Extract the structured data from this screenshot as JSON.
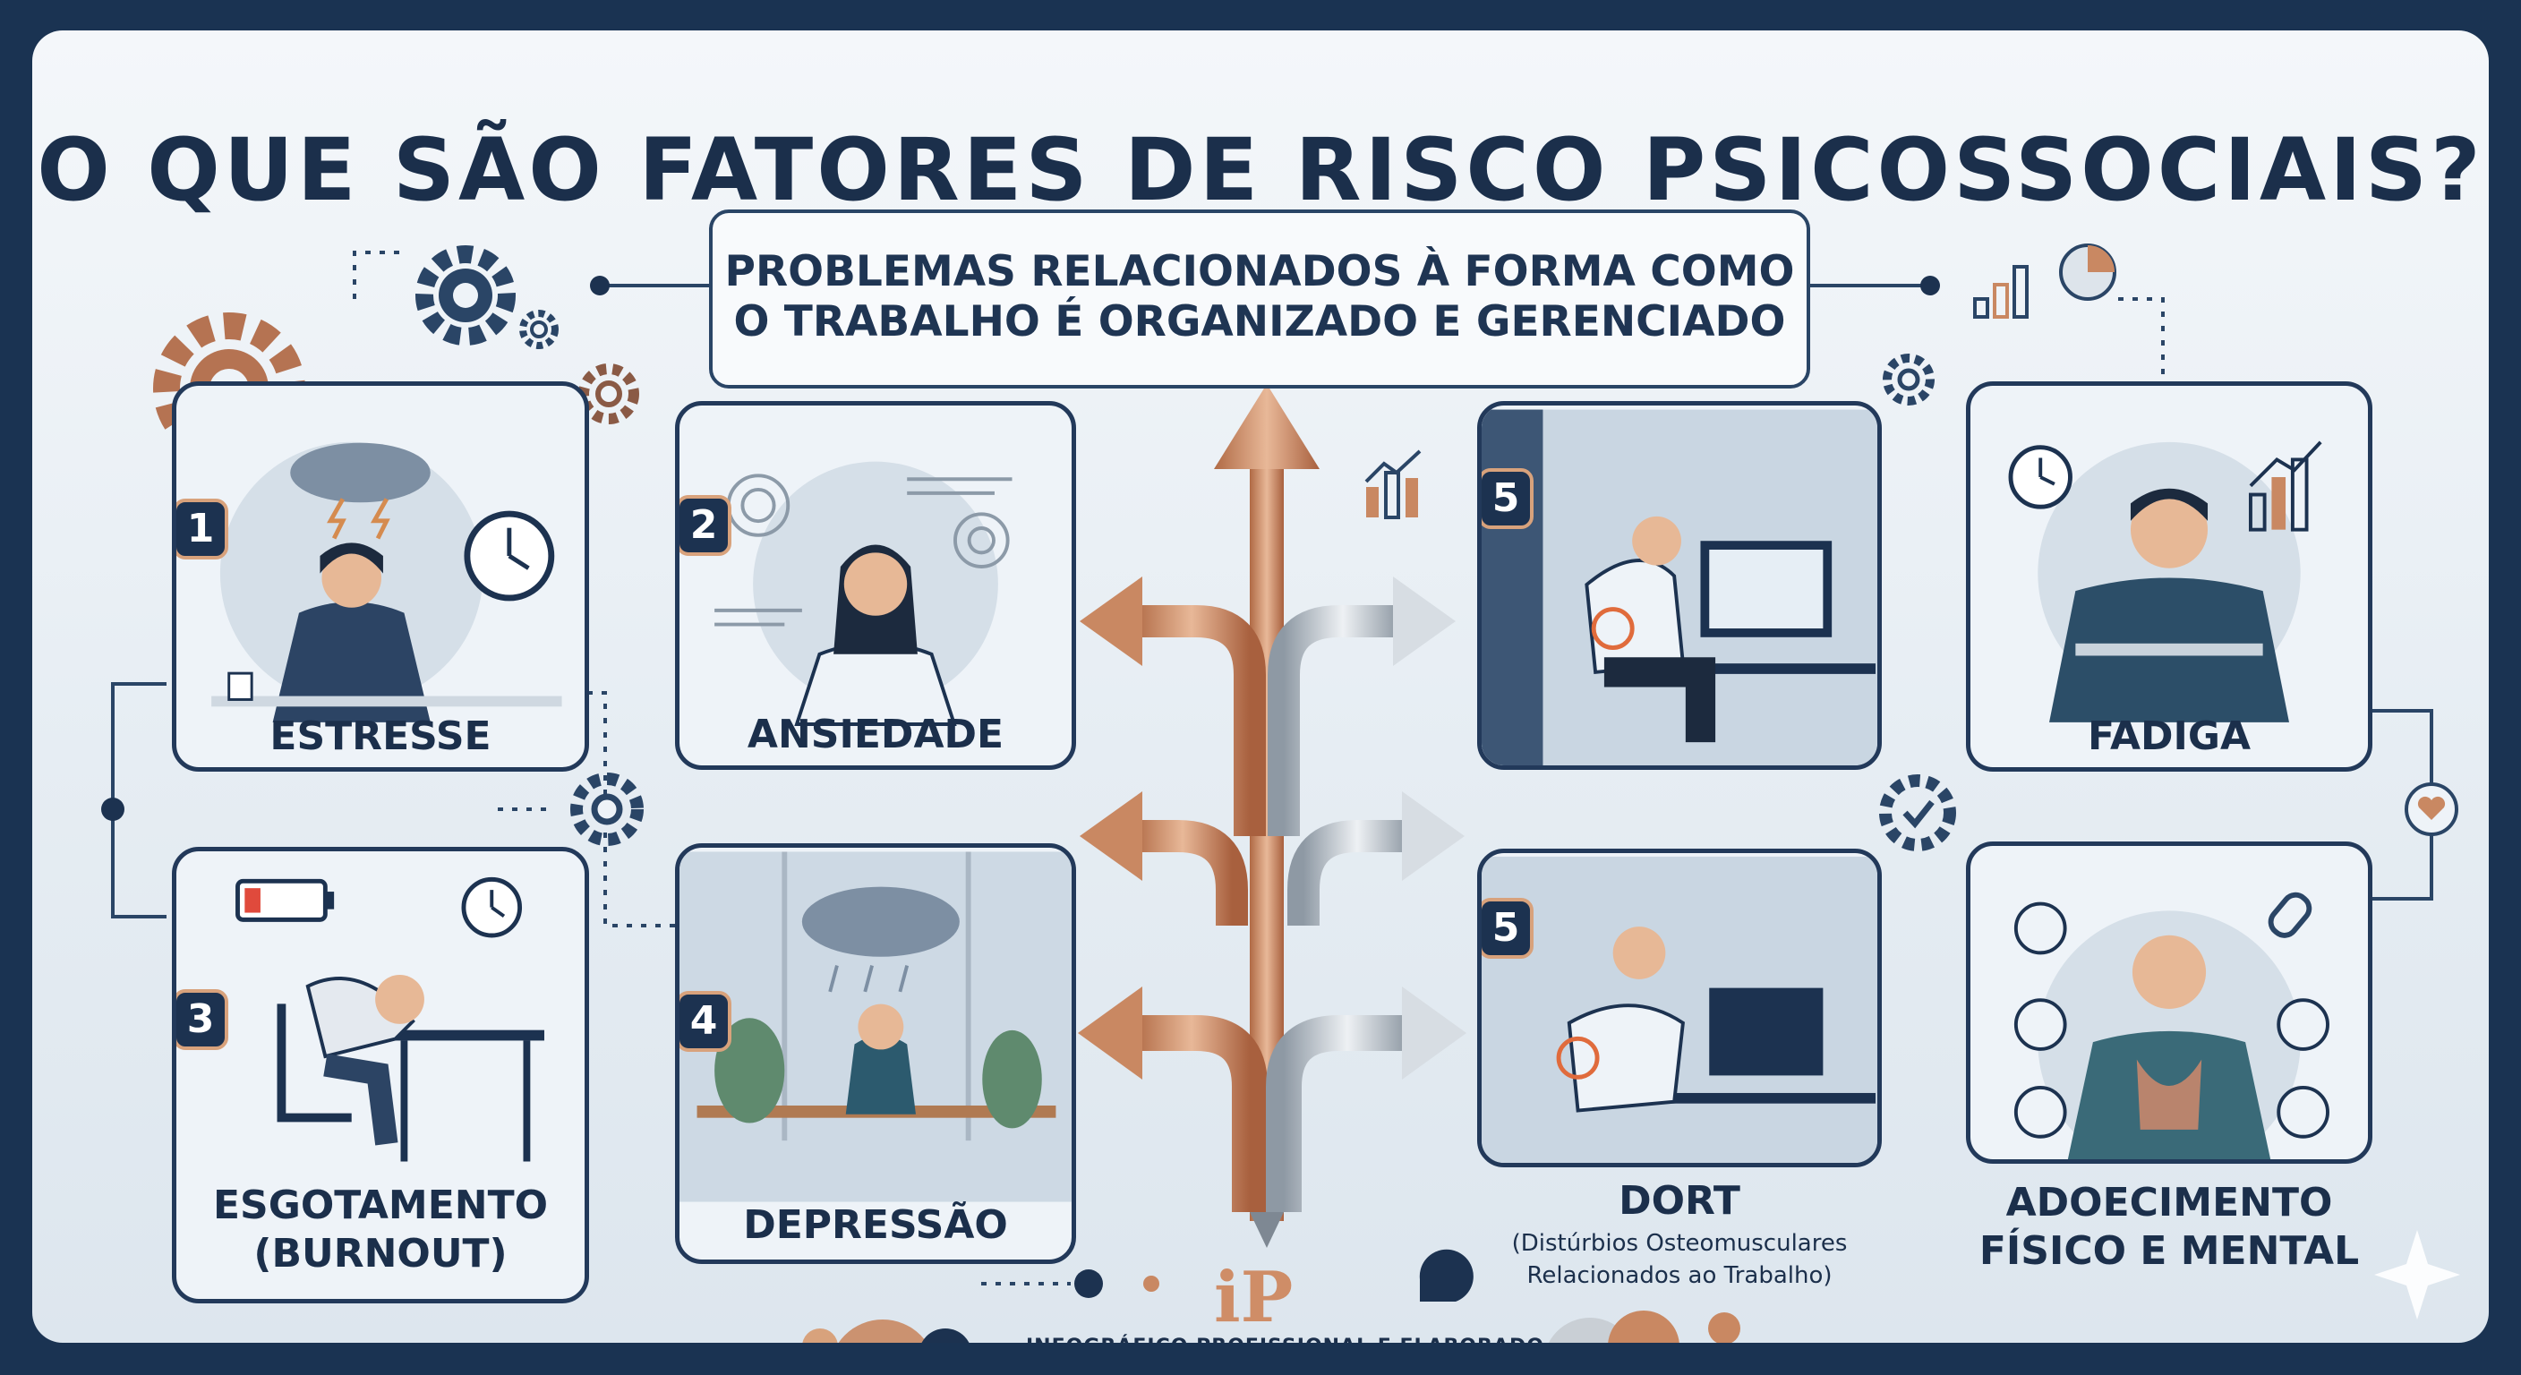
{
  "title": "O QUE SÃO FATORES DE RISCO PSICOSSOCIAIS?",
  "subtitle": {
    "line1": "PROBLEMAS RELACIONADOS À FORMA COMO",
    "line2": "O TRABALHO É ORGANIZADO E GERENCIADO"
  },
  "cards": [
    {
      "badge": "1",
      "label": "ESTRESSE"
    },
    {
      "badge": "2",
      "label": "ANSIEDADE"
    },
    {
      "badge": "3",
      "label": "ESGOTAMENTO",
      "label2": "(BURNOUT)"
    },
    {
      "badge": "4",
      "label": "DEPRESSÃO"
    },
    {
      "badge": "5",
      "label": ""
    },
    {
      "badge": "",
      "label": "FADIGA"
    },
    {
      "badge": "5",
      "label": ""
    },
    {
      "badge": "",
      "label": ""
    }
  ],
  "dort": {
    "title": "DORT",
    "line1": "(Distúrbios Osteomusculares",
    "line2": "Relacionados ao Trabalho)"
  },
  "adoecimento": {
    "line1": "ADOECIMENTO",
    "line2": "FÍSICO E MENTAL"
  },
  "footer": "INFOGRÁFICO PROFISSIONAL E ELABORADO",
  "logo": "iP",
  "colors": {
    "navy": "#1b2f4b",
    "copper": "#c98862",
    "silver": "#a9b3bd",
    "background": "#eef3f8"
  },
  "icons": [
    "gear-icon",
    "clock-icon",
    "rain-cloud-icon",
    "battery-icon",
    "bar-chart-icon",
    "pie-chart-icon",
    "checkmark-icon",
    "heart-icon",
    "chain-icon",
    "sparkle-icon"
  ]
}
